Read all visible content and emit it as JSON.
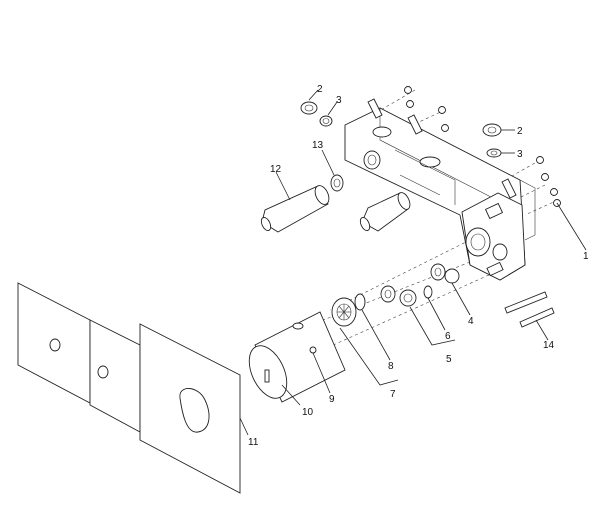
{
  "diagram": {
    "callouts": [
      {
        "id": "c1",
        "label": "1"
      },
      {
        "id": "c2a",
        "label": "2"
      },
      {
        "id": "c3a",
        "label": "3"
      },
      {
        "id": "c2b",
        "label": "2"
      },
      {
        "id": "c3b",
        "label": "3"
      },
      {
        "id": "c4",
        "label": "4"
      },
      {
        "id": "c5",
        "label": "5"
      },
      {
        "id": "c6",
        "label": "6"
      },
      {
        "id": "c7",
        "label": "7"
      },
      {
        "id": "c8",
        "label": "8"
      },
      {
        "id": "c9",
        "label": "9"
      },
      {
        "id": "c10",
        "label": "10"
      },
      {
        "id": "c11",
        "label": "11"
      },
      {
        "id": "c12",
        "label": "12"
      },
      {
        "id": "c13",
        "label": "13"
      },
      {
        "id": "c14",
        "label": "14"
      }
    ]
  }
}
